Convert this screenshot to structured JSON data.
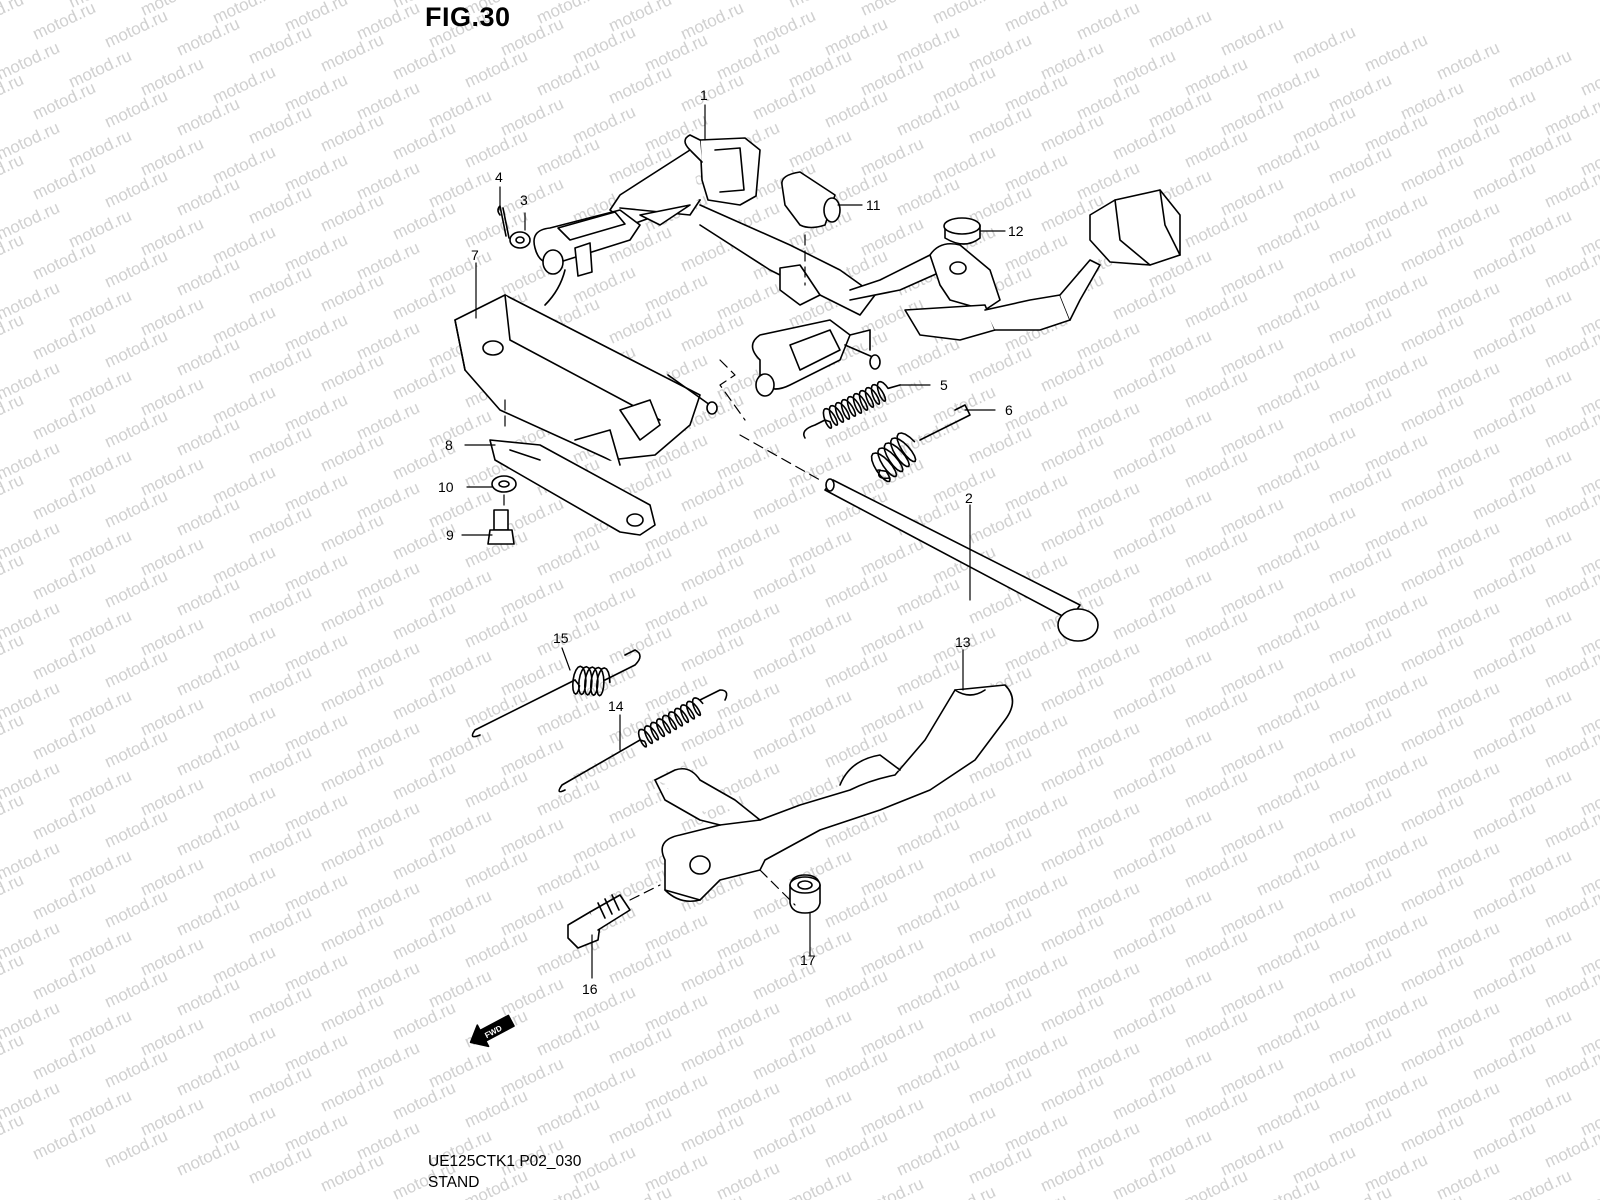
{
  "figure": {
    "title": "FIG.30",
    "code": "UE125CTK1 P02_030",
    "name": "STAND",
    "watermark": "motod.ru",
    "fwd_label": "FWD"
  },
  "callouts": [
    {
      "id": "c1",
      "label": "1"
    },
    {
      "id": "c2",
      "label": "2"
    },
    {
      "id": "c3",
      "label": "3"
    },
    {
      "id": "c4",
      "label": "4"
    },
    {
      "id": "c5",
      "label": "5"
    },
    {
      "id": "c6",
      "label": "6"
    },
    {
      "id": "c7",
      "label": "7"
    },
    {
      "id": "c8",
      "label": "8"
    },
    {
      "id": "c9",
      "label": "9"
    },
    {
      "id": "c10",
      "label": "10"
    },
    {
      "id": "c11",
      "label": "11"
    },
    {
      "id": "c12",
      "label": "12"
    },
    {
      "id": "c13",
      "label": "13"
    },
    {
      "id": "c14",
      "label": "14"
    },
    {
      "id": "c15",
      "label": "15"
    },
    {
      "id": "c16",
      "label": "16"
    },
    {
      "id": "c17",
      "label": "17"
    }
  ],
  "colors": {
    "line": "#000000",
    "watermark": "#d0d0d0",
    "background": "#ffffff"
  }
}
